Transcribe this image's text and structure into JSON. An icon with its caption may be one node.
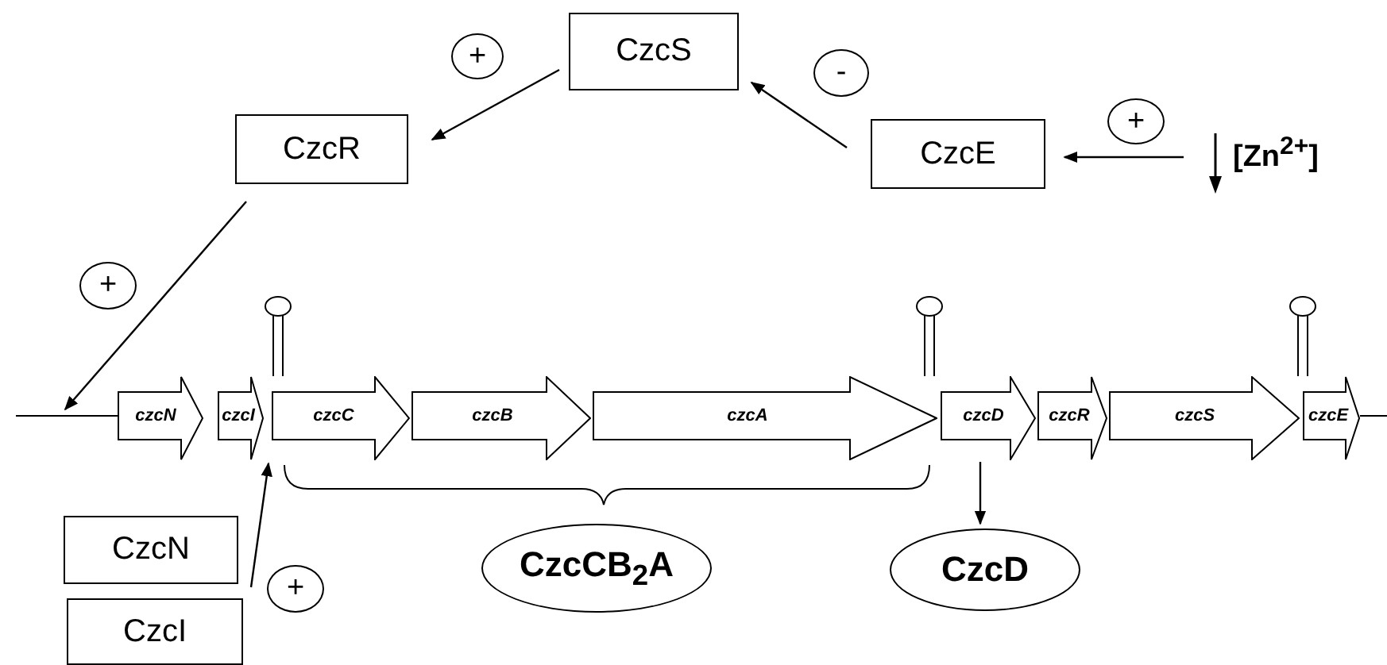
{
  "diagram": {
    "nodes": [
      {
        "text": [
          "CzcS"
        ]
      },
      {
        "text": [
          "CzcR"
        ]
      },
      {
        "text": [
          "CzcE"
        ]
      },
      {
        "text": [
          "[Zn$^{2+}$]"
        ]
      },
      {
        "text": [
          "+"
        ]
      },
      {
        "text": [
          "-"
        ]
      },
      {
        "text": [
          "+"
        ]
      },
      {
        "text": [
          "+"
        ]
      },
      {
        "text": [
          "czcN"
        ]
      },
      {
        "text": [
          "czcI"
        ]
      },
      {
        "text": [
          "czcC"
        ]
      },
      {
        "text": [
          "czcB"
        ]
      },
      {
        "text": [
          "czcA"
        ]
      },
      {
        "text": [
          "czcD"
        ]
      },
      {
        "text": [
          "czcR"
        ]
      },
      {
        "text": [
          "czcS"
        ]
      },
      {
        "text": [
          "czcE"
        ]
      },
      {
        "text": [
          "CzcN"
        ]
      },
      {
        "text": [
          "CzcI"
        ]
      },
      {
        "text": [
          "+"
        ]
      },
      {
        "text": [
          "CzcCB$_{2}$A"
        ]
      },
      {
        "text": [
          "CzcD"
        ]
      }
    ],
    "edges": [
      {
        "from": 0,
        "to": 1,
        "arrow": "to"
      },
      {
        "from": 2,
        "to": 0,
        "arrow": "to"
      },
      {
        "from": 3,
        "to": 2,
        "arrow": "to"
      },
      {
        "from": 1,
        "to": null,
        "arrow": "to"
      },
      {
        "from": 17,
        "to": 9,
        "arrow": "to"
      },
      {
        "from": 18,
        "to": 9,
        "arrow": "to"
      },
      {
        "from": 13,
        "to": 21,
        "arrow": "to"
      }
    ]
  }
}
